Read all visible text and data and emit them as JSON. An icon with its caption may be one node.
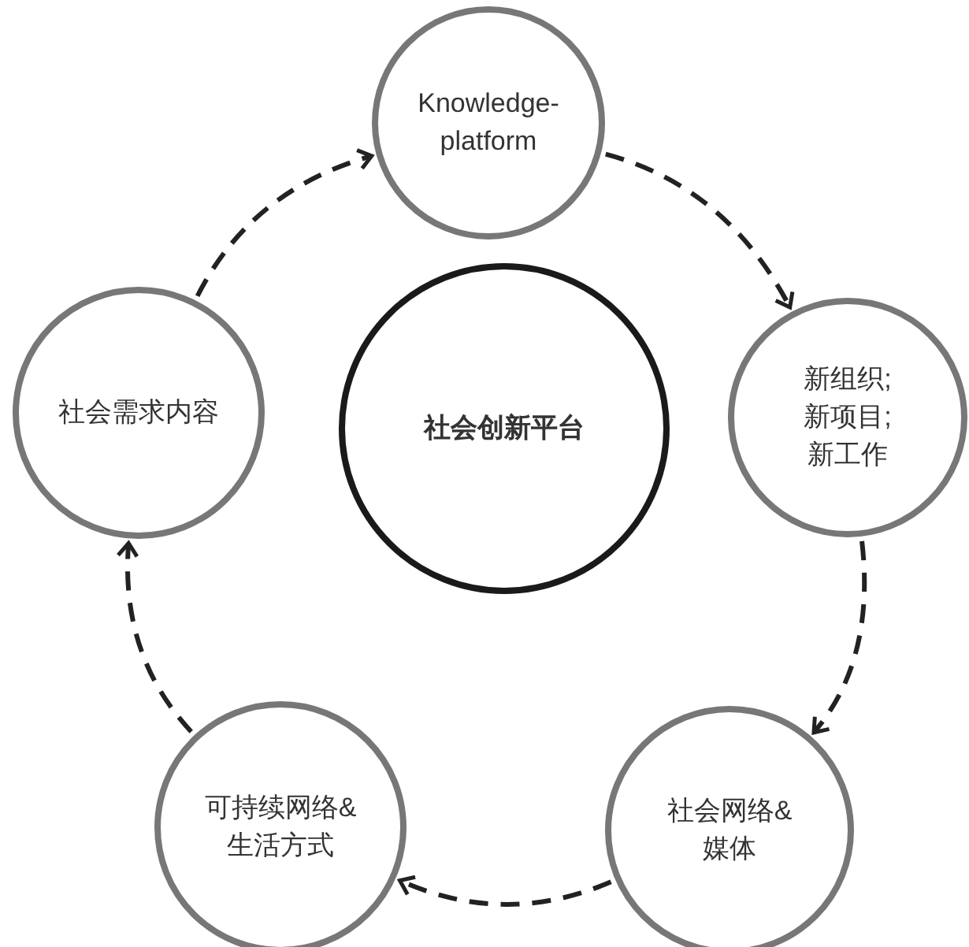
{
  "diagram": {
    "nodes": [
      {
        "text": [
          "社会创新平台"
        ]
      },
      {
        "text": [
          "Knowledge-platform"
        ]
      },
      {
        "text": [
          "新组织;",
          "新项目;",
          "新工作"
        ]
      },
      {
        "text": [
          "社会网络&媒体"
        ]
      },
      {
        "text": [
          "可持续网络&生活方式"
        ]
      },
      {
        "text": [
          "社会需求内容"
        ]
      }
    ],
    "edges": [
      {
        "from": 1,
        "to": 2,
        "arrow": "to",
        "style": "dashed"
      },
      {
        "from": 2,
        "to": 3,
        "arrow": "to",
        "style": "dashed"
      },
      {
        "from": 3,
        "to": 4,
        "arrow": "to",
        "style": "dashed"
      },
      {
        "from": 4,
        "to": 5,
        "arrow": "to",
        "style": "dashed"
      },
      {
        "from": 5,
        "to": 1,
        "arrow": "to",
        "style": "dashed"
      }
    ]
  }
}
